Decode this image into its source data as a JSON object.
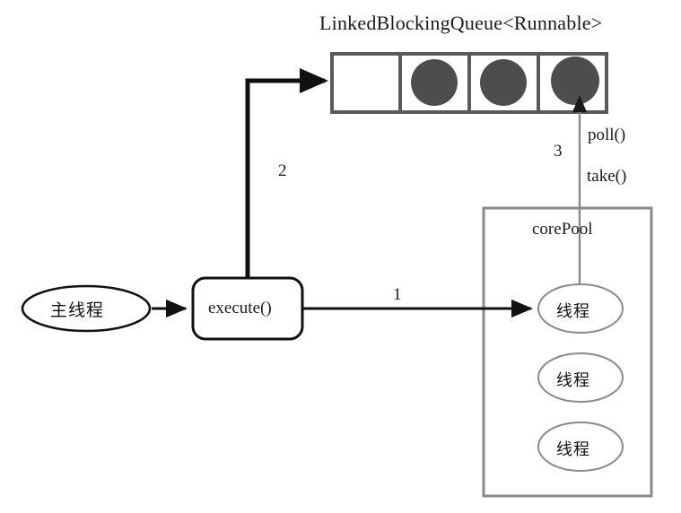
{
  "diagram": {
    "title": "LinkedBlockingQueue<Runnable>",
    "queue": {
      "name": "LinkedBlockingQueue<Runnable>",
      "cell_count": 4,
      "cells": [
        {
          "index": 0,
          "filled": false
        },
        {
          "index": 1,
          "filled": true
        },
        {
          "index": 2,
          "filled": true
        },
        {
          "index": 3,
          "filled": true
        }
      ],
      "fill_color": "#4d4d4d",
      "border_color": "#5a5a5a"
    },
    "nodes": {
      "main_thread": "主线程",
      "execute": "execute()",
      "core_pool": "corePool",
      "threads": [
        {
          "label": "线程"
        },
        {
          "label": "线程"
        },
        {
          "label": "线程"
        }
      ]
    },
    "edge_labels": {
      "step_1": "1",
      "step_2": "2",
      "step_3": "3",
      "poll": "poll()",
      "take": "take()"
    },
    "colors": {
      "stroke_dark": "#111111",
      "stroke_gray": "#6e6e6e",
      "circle_fill": "#4d4d4d",
      "background": "#ffffff"
    }
  }
}
